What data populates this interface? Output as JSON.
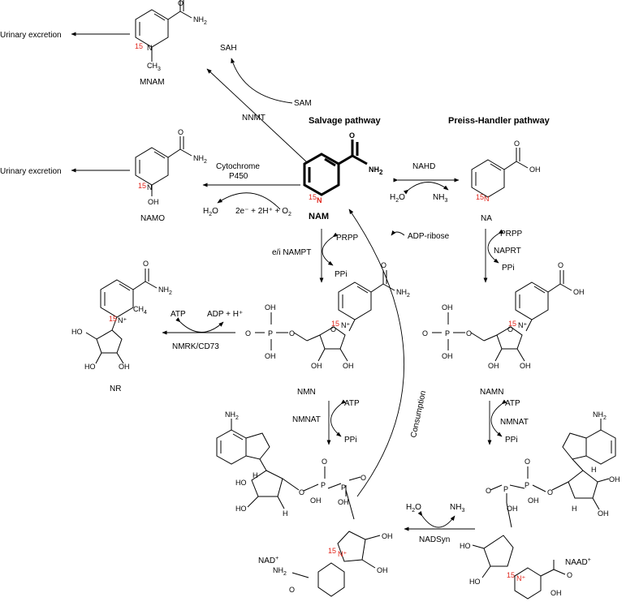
{
  "headers": {
    "salvage": "Salvage pathway",
    "preiss_handler": "Preiss-Handler pathway"
  },
  "compounds": {
    "mnam": "MNAM",
    "namo": "NAMO",
    "nam": "NAM",
    "na": "NA",
    "nr": "NR",
    "nmn": "NMN",
    "namn": "NAMN",
    "nad": "NAD",
    "nad_sup": "+",
    "naad": "NAAD",
    "naad_sup": "+"
  },
  "labels": {
    "urinary_excretion_1": "Urinary excretion",
    "urinary_excretion_2": "Urinary excretion",
    "sah": "SAH",
    "sam": "SAM",
    "nnmt": "NNMT",
    "cytochrome": "Cytochrome",
    "p450": "P450",
    "h2o_cyp": "H",
    "o2_cofactor": "2e⁻ + 2H⁺ + O",
    "nahd": "NAHD",
    "h2o_nahd": "H",
    "nh3_nahd": "NH",
    "prpp_1": "PRPP",
    "e_i_nampt": "e/i NAMPT",
    "ppi_1": "PPi",
    "adp_ribose": "ADP-ribose",
    "prpp_2": "PRPP",
    "naprt": "NAPRT",
    "ppi_2": "PPi",
    "atp_1": "ATP",
    "adp_h": "ADP + H⁺",
    "nmrk_cd73": "NMRK/CD73",
    "atp_2": "ATP",
    "nmnat_1": "NMNAT",
    "ppi_3": "PPi",
    "atp_3": "ATP",
    "nmnat_2": "NMNAT",
    "ppi_4": "PPi",
    "consumption": "Consumption",
    "h2o_nadsyn": "H",
    "nh3_nadsyn": "NH",
    "nadsyn": "NADSyn"
  },
  "atoms": {
    "isotope": "15",
    "n": "N",
    "n_plus": "N⁺",
    "o": "O",
    "oh": "OH",
    "nh2": "NH",
    "sub2": "2",
    "sub3": "3",
    "ch3": "CH",
    "h": "H",
    "p": "P",
    "ho": "HO",
    "ch4_overlap": "CH"
  },
  "colors": {
    "isotope_label": "#e0261c",
    "line": "#000000",
    "background": "#ffffff"
  }
}
